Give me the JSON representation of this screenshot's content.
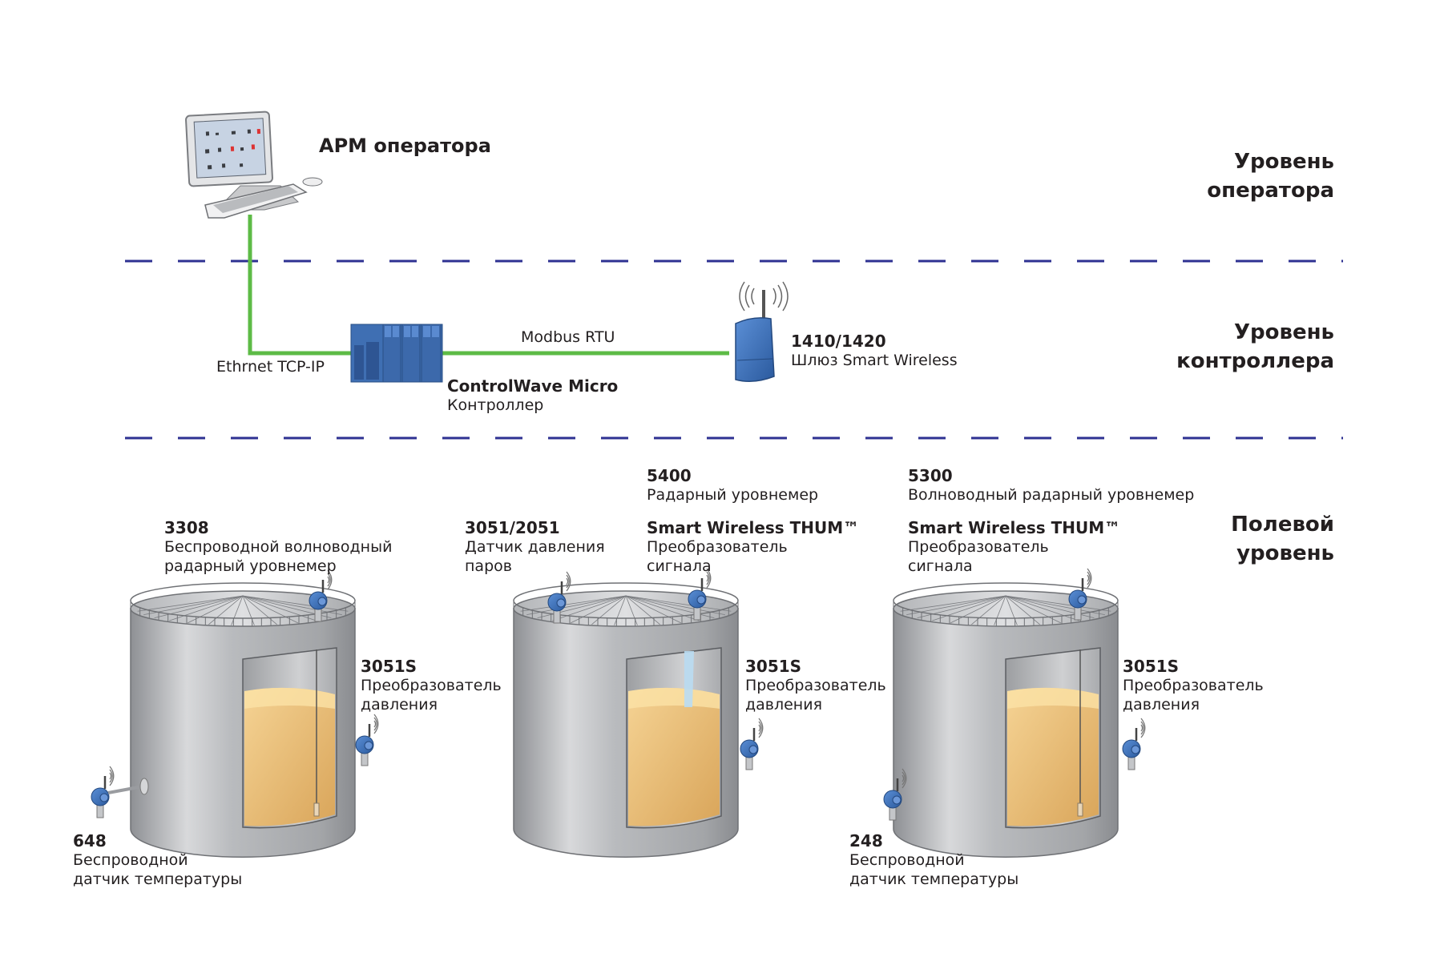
{
  "colors": {
    "network_line": "#5dbb46",
    "level_divider": "#2e3192",
    "device_blue": "#3f70b8",
    "tank_gray": "#b5b7ba",
    "product_fill": "#e9b96a"
  },
  "levels": [
    {
      "name": "operator",
      "line1": "Уровень",
      "line2": "оператора"
    },
    {
      "name": "controller",
      "line1": "Уровень",
      "line2": "контроллера"
    },
    {
      "name": "field",
      "line1": "Полевой",
      "line2": "уровень"
    }
  ],
  "operator_station": {
    "icon": "computer-workstation-icon",
    "label": "АРМ оператора"
  },
  "network": {
    "ethernet_label": "Ethrnet TCP-IP",
    "modbus_label": "Modbus RTU"
  },
  "controller": {
    "icon": "plc-controller-icon",
    "model": "ControlWave Micro",
    "description": "Контроллер"
  },
  "gateway": {
    "icon": "wireless-gateway-icon",
    "model": "1410/1420",
    "description": "Шлюз Smart Wireless"
  },
  "tanks": [
    {
      "name": "tank-1",
      "level_gauge": {
        "model": "3308",
        "line1": "Беспроводной волноводный",
        "line2": "радарный уровнемер"
      },
      "pressure": {
        "model": "3051S",
        "line1": "Преобразователь",
        "line2": "давления"
      },
      "temperature": {
        "model": "648",
        "line1": "Беспроводной",
        "line2": "датчик температуры"
      }
    },
    {
      "name": "tank-2",
      "vapor": {
        "model": "3051/2051",
        "line1": "Датчик давления",
        "line2": "паров"
      },
      "radar": {
        "model": "5400",
        "line1": "Радарный уровнемер"
      },
      "thum": {
        "model": "Smart Wireless THUM™",
        "line1": "Преобразователь",
        "line2": "сигнала"
      },
      "pressure": {
        "model": "3051S",
        "line1": "Преобразователь",
        "line2": "давления"
      }
    },
    {
      "name": "tank-3",
      "radar": {
        "model": "5300",
        "line1": "Волноводный радарный уровнемер"
      },
      "thum": {
        "model": "Smart Wireless THUM™",
        "line1": "Преобразователь",
        "line2": "сигнала"
      },
      "pressure": {
        "model": "3051S",
        "line1": "Преобразователь",
        "line2": "давления"
      },
      "temperature": {
        "model": "248",
        "line1": "Беспроводной",
        "line2": "датчик температуры"
      }
    }
  ]
}
